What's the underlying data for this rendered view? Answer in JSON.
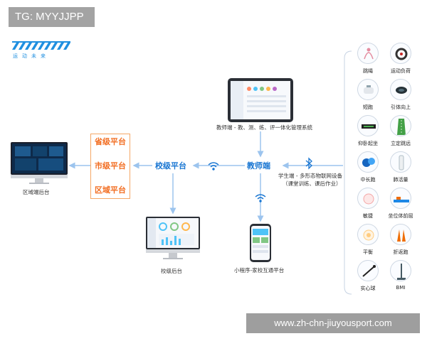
{
  "watermark_top": "TG: MYYJJPP",
  "watermark_bottom": "www.zh-chn-jiuyousport.com",
  "logo": {
    "subtitle": "运动未来"
  },
  "nodes": {
    "regional_backend": "区域端后台",
    "teacher_caption": "教师端 - 教、测、练、评一体化管理系统",
    "teacher": "教师端",
    "school_platform": "校级平台",
    "school_backend": "校级后台",
    "miniprogram": "小程序-家校互通平台",
    "student_line1": "学生端 - 多形态物联网设备",
    "student_line2": "（课堂训练、课后作业）"
  },
  "platforms": [
    "省级平台",
    "市级平台",
    "区域平台"
  ],
  "devices": [
    [
      "跳绳",
      "运动负荷"
    ],
    [
      "短跑",
      "引体向上"
    ],
    [
      "仰卧起坐",
      "立定跳远"
    ],
    [
      "中长跑",
      "肺活量"
    ],
    [
      "敏捷",
      "坐位体前屈"
    ],
    [
      "平衡",
      "折返跑"
    ],
    [
      "实心球",
      "BMI"
    ]
  ],
  "colors": {
    "blue": "#1976d2",
    "orange": "#f26d21",
    "line": "#9cc4ee",
    "orange_line": "#f5a766"
  }
}
